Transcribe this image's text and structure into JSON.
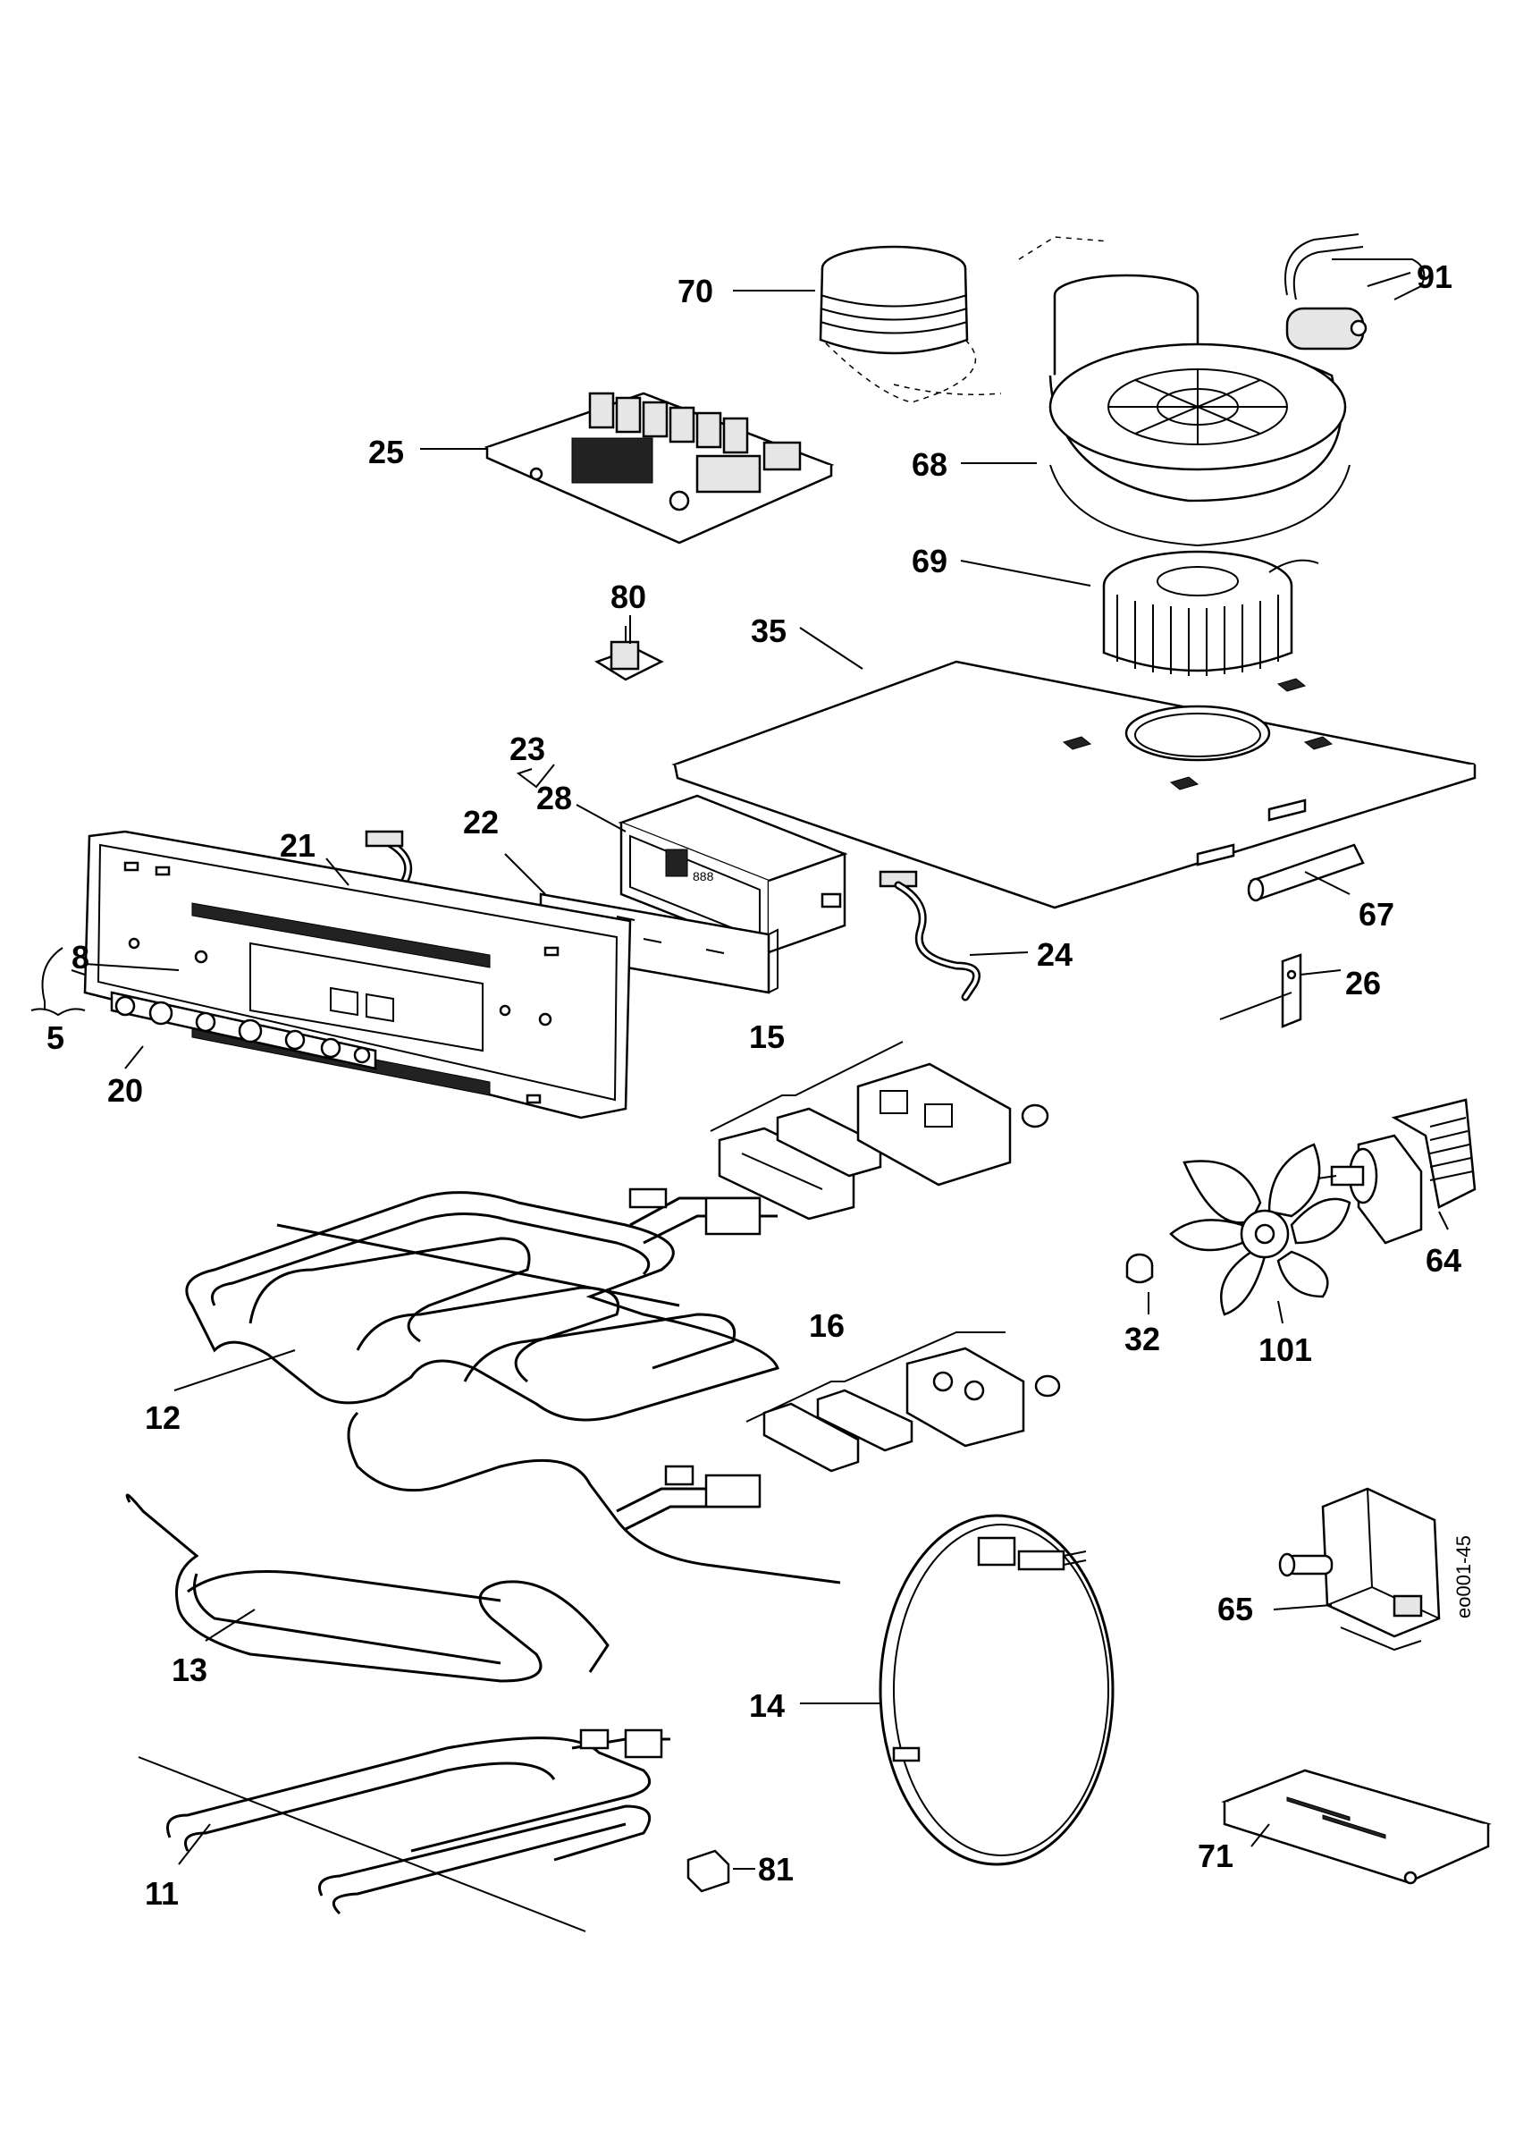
{
  "diagram_code": "eo001-45",
  "parts": {
    "p5": "5",
    "p8": "8",
    "p11": "11",
    "p12": "12",
    "p13": "13",
    "p14": "14",
    "p15": "15",
    "p16": "16",
    "p20": "20",
    "p21": "21",
    "p22": "22",
    "p23": "23",
    "p24": "24",
    "p25": "25",
    "p26": "26",
    "p28": "28",
    "p32": "32",
    "p35": "35",
    "p64": "64",
    "p65": "65",
    "p67": "67",
    "p68": "68",
    "p69": "69",
    "p70": "70",
    "p71": "71",
    "p80": "80",
    "p81": "81",
    "p91": "91",
    "p101": "101"
  }
}
